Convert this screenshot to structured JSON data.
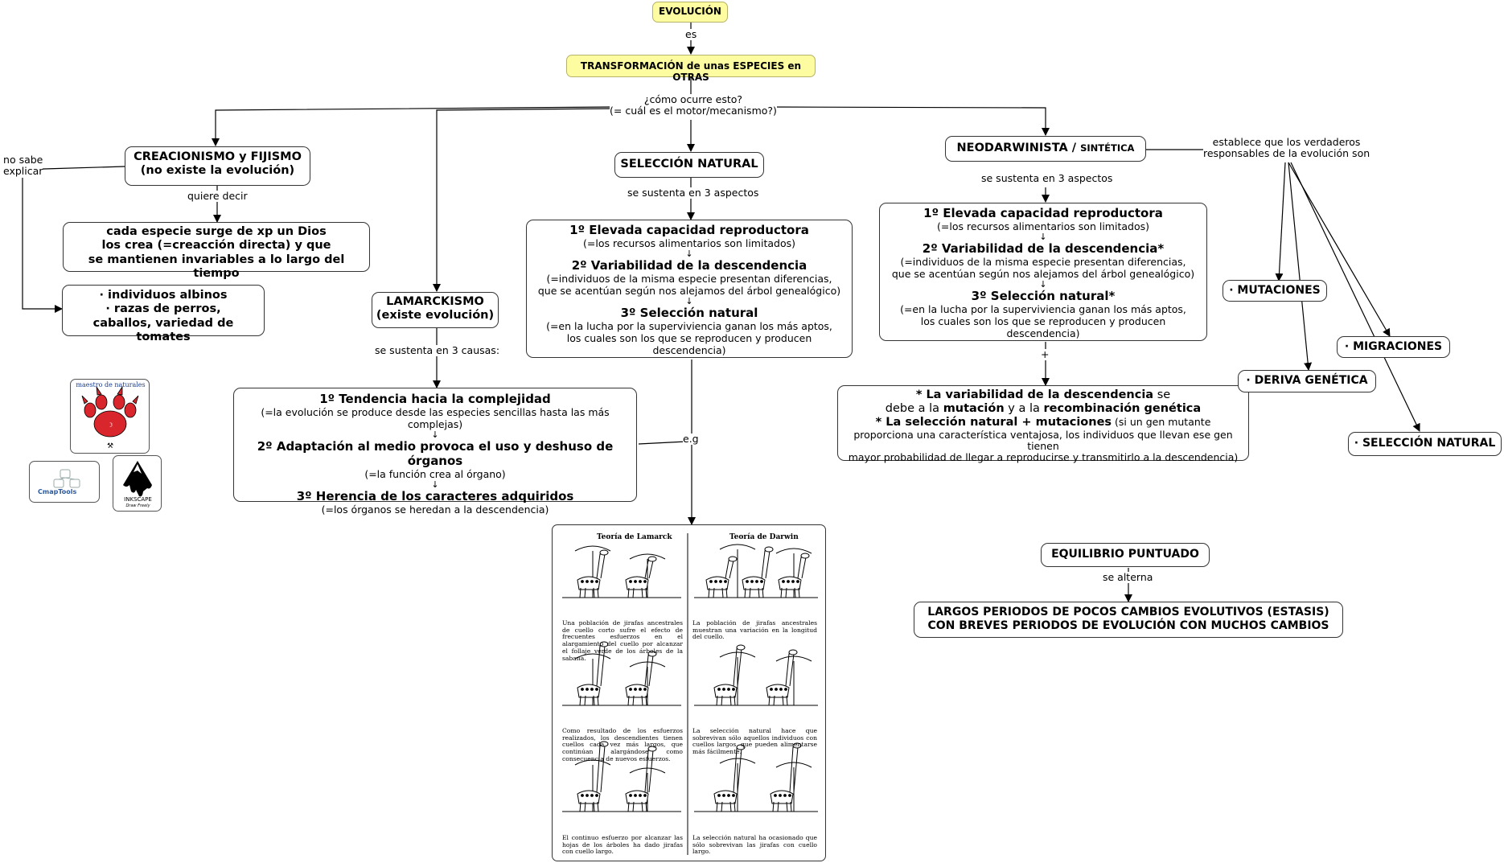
{
  "nodes": {
    "evolucion": "EVOLUCIÓN",
    "transformacion": "TRANSFORMACIÓN de unas ESPECIES en OTRAS",
    "creacionismo": [
      "CREACIONISMO y FIJISMO",
      "(no existe la evolución)"
    ],
    "cada_especie": [
      "cada especie surge de xp un Dios",
      "los crea (=creacción directa) y que",
      "se mantienen invariables a lo largo del tiempo"
    ],
    "albinos": [
      "· individuos albinos",
      "· razas de perros,",
      "caballos, variedad de tomates"
    ],
    "lamarckismo": [
      "LAMARCKISMO",
      "(existe evolución)"
    ],
    "lamarck_causas": [
      {
        "title": "1º Tendencia hacia la complejidad",
        "sub": "(=la evolución se produce desde las especies sencillas hasta las más complejas)"
      },
      {
        "title": "2º Adaptación al medio provoca el uso y deshuso de órganos",
        "sub": "(=la función crea al órgano)"
      },
      {
        "title": "3º Herencia de los caracteres adquiridos",
        "sub": "(=los órganos se heredan a la descendencia)"
      }
    ],
    "seleccion_natural": "SELECCIÓN NATURAL",
    "darwin_aspectos": [
      {
        "title": "1º Elevada capacidad reproductora",
        "sub": [
          "(=los recursos alimentarios son limitados)"
        ]
      },
      {
        "title": "2º Variabilidad de la descendencia",
        "sub": [
          "(=individuos de la misma especie presentan diferencias,",
          "que se acentúan según nos alejamos del árbol genealógico)"
        ]
      },
      {
        "title": "3º Selección natural",
        "sub": [
          "(=en la lucha por la superviviencia ganan los más aptos,",
          "los cuales son los que se reproducen y producen descendencia)"
        ]
      }
    ],
    "neodarwinista": {
      "main": "NEODARWINISTA",
      "sep": " / ",
      "small": "SINTÉTICA"
    },
    "neo_aspectos": [
      {
        "title": "1º Elevada capacidad reproductora",
        "sub": [
          "(=los recursos alimentarios son limitados)"
        ]
      },
      {
        "title": "2º Variabilidad de la descendencia*",
        "sub": [
          "(=individuos de la misma especie presentan diferencias,",
          "que se acentúan según nos alejamos del árbol genealógico)"
        ]
      },
      {
        "title": "3º Selección natural*",
        "sub": [
          "(=en la lucha por la superviviencia ganan los más aptos,",
          "los cuales son los que se reproducen y producen descendencia)"
        ]
      }
    ],
    "asterisco": {
      "l1a": "* La variabilidad de la descendencia",
      "l1b": " se",
      "l2a": "debe a la ",
      "l2b": "mutación",
      "l2c": " y a la ",
      "l2d": "recombinación genética",
      "l3a": "* La selección natural + mutaciones",
      "l3b": " (si un gen mutante",
      "l4": "proporciona una característica ventajosa, los individuos que llevan ese gen tienen",
      "l5": "mayor probabilidad de llegar a reproducirse y transmitirlo a la descendencia)"
    },
    "mutaciones": "· MUTACIONES",
    "migraciones": "· MIGRACIONES",
    "deriva": "· DERIVA GENÉTICA",
    "seleccion_natural2": "· SELECCIÓN NATURAL",
    "equilibrio": "EQUILIBRIO PUNTUADO",
    "largos": [
      "LARGOS PERIODOS DE POCOS CAMBIOS EVOLUTIVOS (ESTASIS)",
      "CON BREVES PERIODOS DE EVOLUCIÓN CON MUCHOS CAMBIOS"
    ]
  },
  "links": {
    "es": "es",
    "como": [
      "¿cómo ocurre esto?",
      "(= cuál es el motor/mecanismo?)"
    ],
    "no_sabe": [
      "no sabe",
      "explicar"
    ],
    "quiere_decir": "quiere decir",
    "se_sustenta_causas": "se sustenta en 3 causas:",
    "se_sustenta_aspectos": "se sustenta en 3 aspectos",
    "se_sustenta_aspectos2": "se sustenta en 3 aspectos",
    "establece": [
      "establece que los verdaderos",
      "responsables de la evolución son"
    ],
    "eg": "e.g",
    "plus": "+",
    "se_alterna": "se alterna",
    "arrow_glyph": "↓"
  },
  "logos": {
    "maestro_text": "maestro de naturales",
    "cmaptools": "CmapTools",
    "inkscape": "INKSCAPE",
    "inkscape_tag": "Draw Freely"
  },
  "giraffe_image": {
    "col_left_title": "Teoría de Lamarck",
    "col_right_title": "Teoría de Darwin",
    "captions_left": [
      "Una población de jirafas ancestrales de cuello corto sufre el efecto de frecuentes esfuerzos en el alargamiento del cuello por alcanzar el follaje verde de los árboles de la sabana.",
      "Como resultado de los esfuerzos realizados, los descendientes tienen cuellos cada vez más largos, que continúan alargándose como consecuencia de nuevos esfuerzos.",
      "El continuo esfuerzo por alcanzar las hojas de los árboles ha dado jirafas con cuello largo."
    ],
    "captions_right": [
      "La población de jirafas ancestrales muestran una variación en la longitud del cuello.",
      "La selección natural hace que sobrevivan sólo aquellos individuos con cuellos largos, que pueden alimentarse más fácilmente.",
      "La selección natural ha ocasionado que sólo sobrevivan las jirafas con cuello largo."
    ]
  },
  "colors": {
    "yellow_fill": "#fdfca0",
    "line": "#000000",
    "paw_red": "#d9262c"
  }
}
